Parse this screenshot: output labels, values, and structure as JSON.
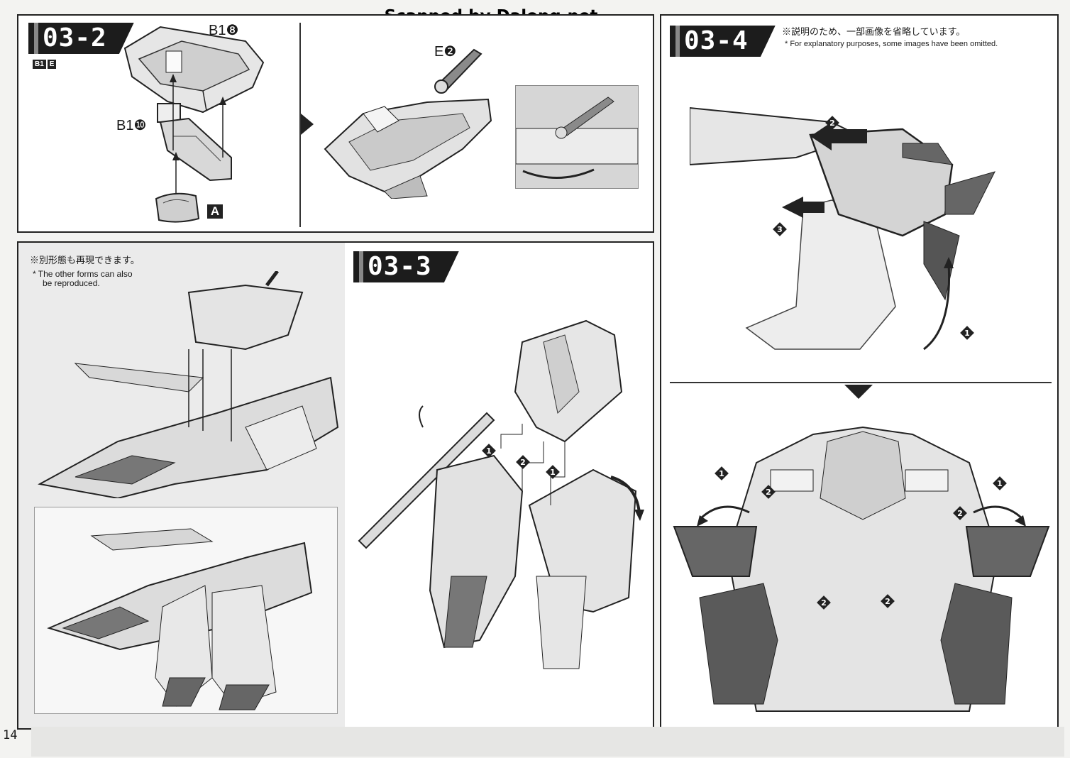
{
  "header": {
    "scan_credit": "Scanned by Dalong.net"
  },
  "page": {
    "number": "14"
  },
  "step_03_2": {
    "tag": "03-2",
    "badges": [
      "B1",
      "E"
    ],
    "labels": {
      "b1_8": "B1❽",
      "b1_10": "B1❿",
      "a": "A",
      "e2": "E❷"
    }
  },
  "step_03_3": {
    "tag": "03-3"
  },
  "step_03_4": {
    "tag": "03-4",
    "note_jp": "※説明のため、一部画像を省略しています。",
    "note_en": "* For explanatory purposes, some images have been omitted."
  },
  "other_forms": {
    "note_jp": "※別形態も再現できます。",
    "note_en_1": "* The other forms can also",
    "note_en_2": "be reproduced."
  },
  "colors": {
    "ink": "#1c1c1c",
    "paper": "#ffffff",
    "shade": "#bdbdbd",
    "dark": "#5a5a5a"
  },
  "icons": [
    "arrow-icon",
    "step-number-icon",
    "down-triangle-icon",
    "right-triangle-icon"
  ]
}
